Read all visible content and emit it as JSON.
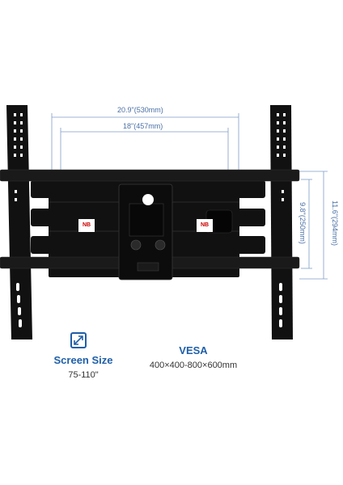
{
  "dimensions": {
    "outer_width": "20.9\"(530mm)",
    "inner_width": "18\"(457mm)",
    "outer_height": "11.6\"(294mm)",
    "inner_height": "9.8\"(250mm)"
  },
  "screen_size": {
    "title": "Screen Size",
    "range": "75-110\""
  },
  "vesa": {
    "title": "VESA",
    "range": "400×400-800×600mm"
  },
  "logo_text": "NB",
  "colors": {
    "accent": "#1f5fa8",
    "dimension_line": "#7f9cc8",
    "mount": "#111111"
  },
  "icons": {
    "screen_size": "diagonal-arrow-icon"
  }
}
